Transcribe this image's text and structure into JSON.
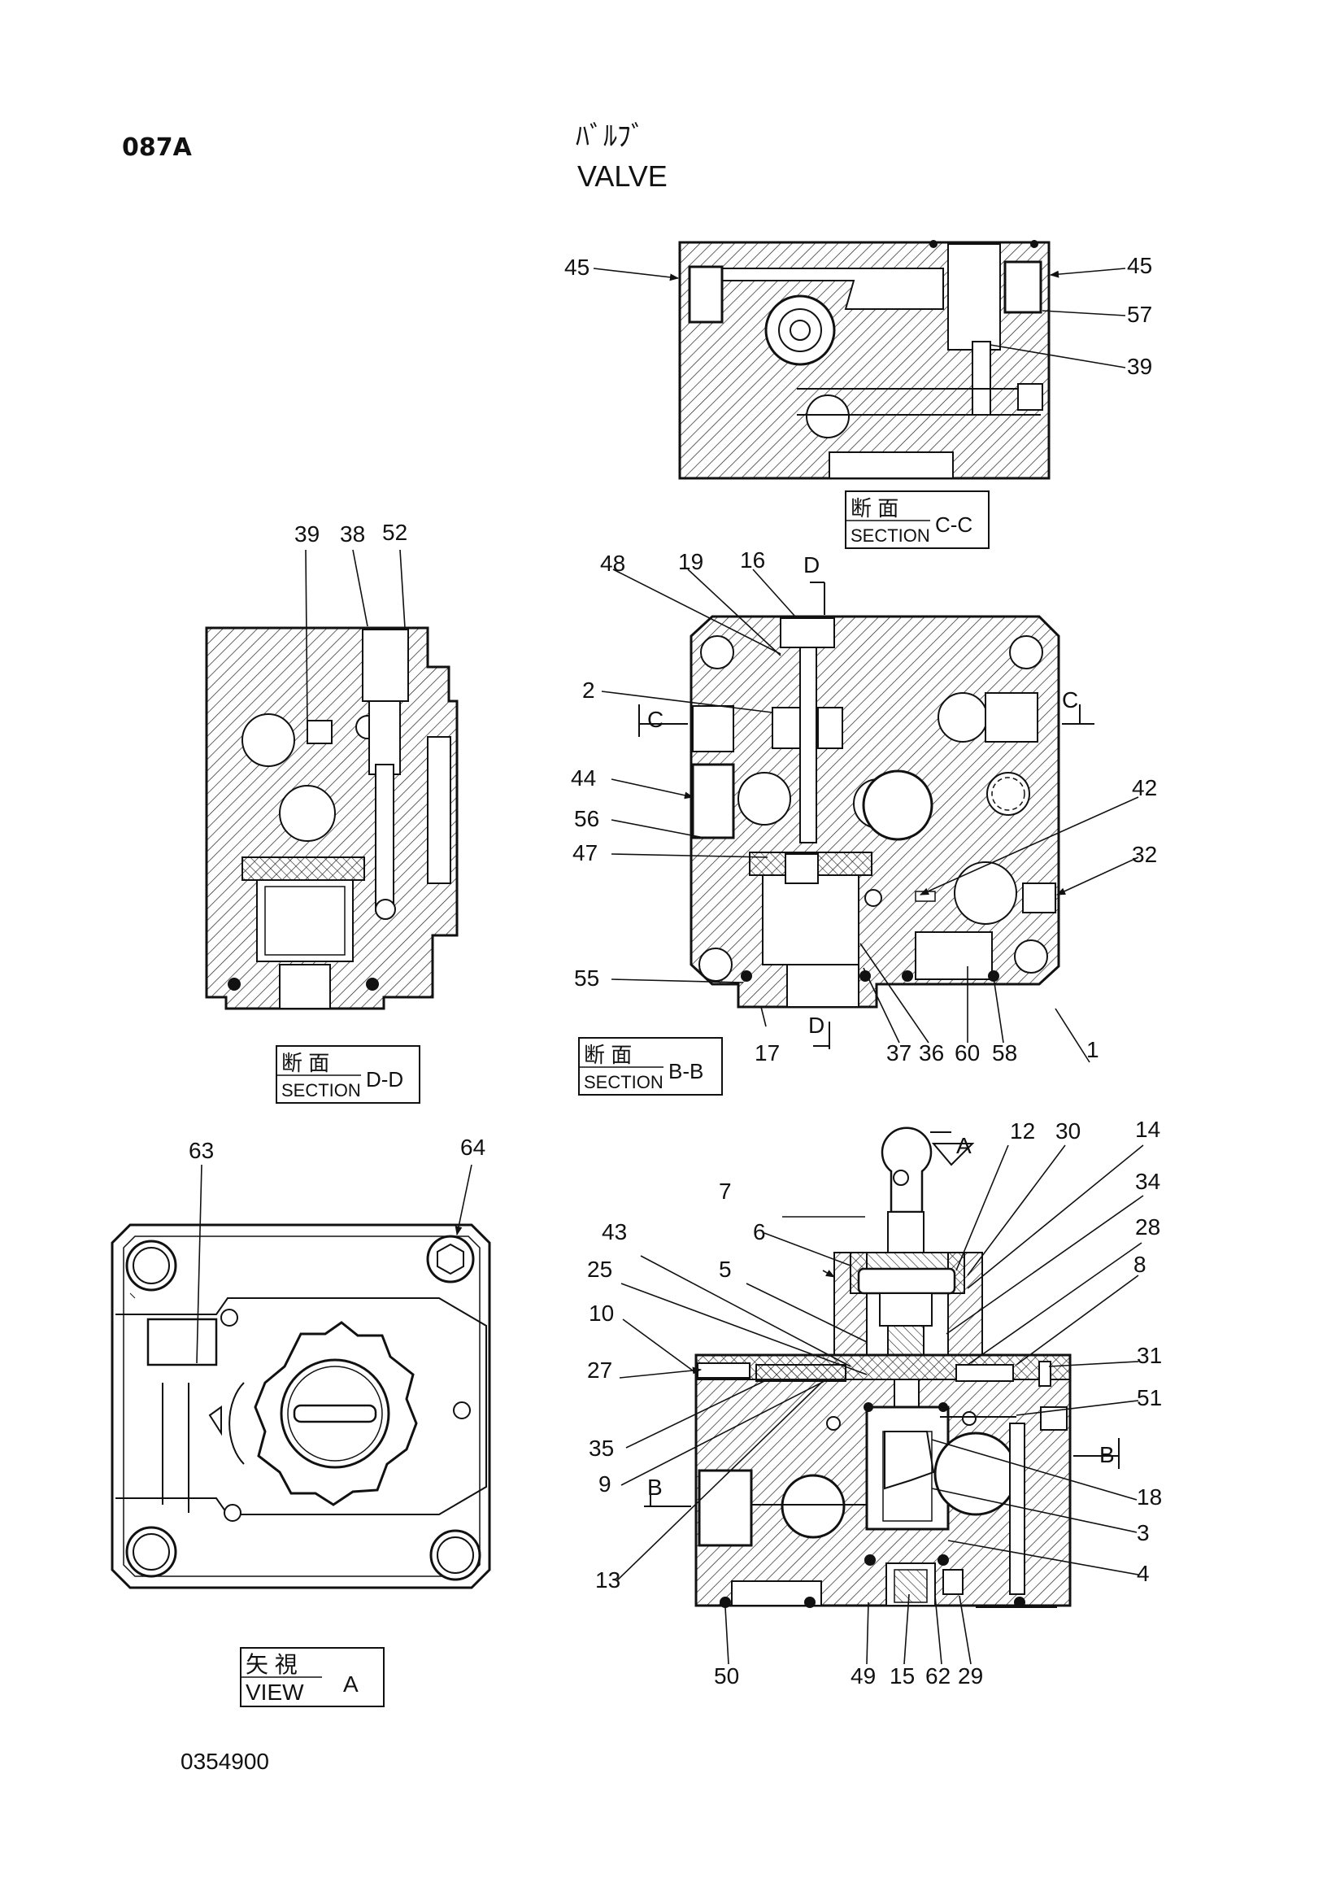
{
  "header": {
    "page_code": "087A",
    "title_jp": "ﾊﾞﾙﾌﾞ",
    "title_en": "VALVE"
  },
  "views": {
    "section_cc": {
      "kanji": "断 面",
      "en": "SECTION",
      "id": "C-C"
    },
    "section_dd": {
      "kanji": "断 面",
      "en": "SECTION",
      "id": "D-D"
    },
    "section_bb": {
      "kanji": "断 面",
      "en": "SECTION",
      "id": "B-B"
    },
    "view_a": {
      "kanji": "矢 視",
      "en": "VIEW",
      "id": "A"
    }
  },
  "markers": {
    "c": "C",
    "d": "D",
    "b": "B",
    "a": "A"
  },
  "part_numbers": {
    "p45a": "45",
    "p45b": "45",
    "p57": "57",
    "p39a": "39",
    "p39b": "39",
    "p38": "38",
    "p52": "52",
    "p48": "48",
    "p19": "19",
    "p16": "16",
    "p2": "2",
    "p44": "44",
    "p56": "56",
    "p47": "47",
    "p55": "55",
    "p17": "17",
    "p37": "37",
    "p36": "36",
    "p60": "60",
    "p58": "58",
    "p1": "1",
    "p42": "42",
    "p32": "32",
    "p63": "63",
    "p64": "64",
    "p12": "12",
    "p30": "30",
    "p14": "14",
    "p7": "7",
    "p34": "34",
    "p43": "43",
    "p6": "6",
    "p28": "28",
    "p25": "25",
    "p5": "5",
    "p8": "8",
    "p10": "10",
    "p31": "31",
    "p27": "27",
    "p51": "51",
    "p35": "35",
    "p9": "9",
    "p18": "18",
    "p3": "3",
    "p13": "13",
    "p4": "4",
    "p50": "50",
    "p49": "49",
    "p15": "15",
    "p62": "62",
    "p29": "29"
  },
  "footer": {
    "doc_number": "0354900"
  }
}
